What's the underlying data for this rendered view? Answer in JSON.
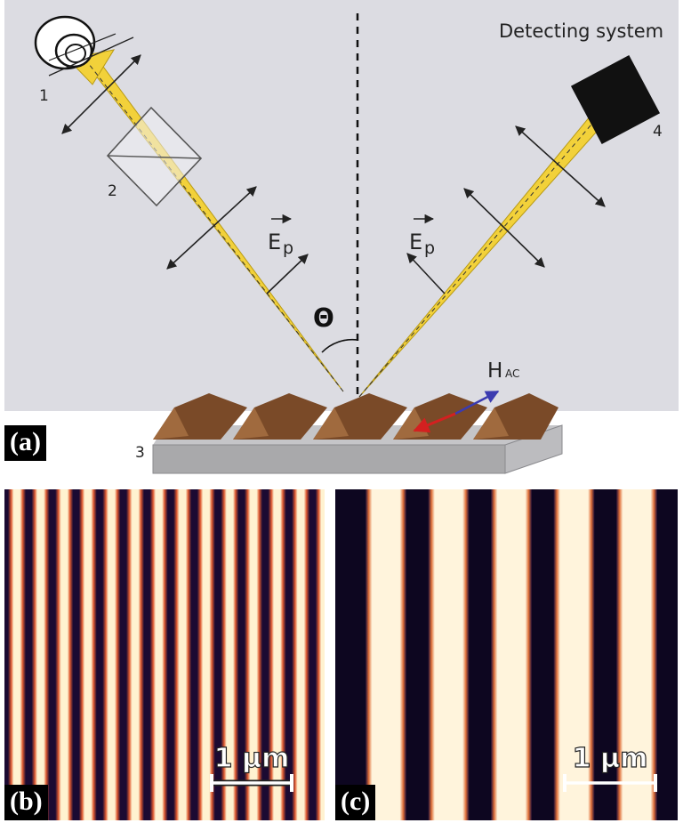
{
  "panel_a": {
    "tag": "(a)",
    "title": "Detecting system",
    "labels": {
      "source": "1",
      "polarizer": "2",
      "sample": "3",
      "detector": "4"
    },
    "field_incident": "E",
    "field_incident_sub": "p",
    "field_reflected": "E",
    "field_reflected_sub": "p",
    "angle": "Θ",
    "field_ac": "H",
    "field_ac_sub": "AC",
    "colors": {
      "beam": "#f2d13a",
      "grating_top": "#7a4a28",
      "grating_base": "#a9a9ab",
      "background": "#dcdce2",
      "ac_field_blue": "#3b3bb0",
      "ac_field_red": "#d42020"
    }
  },
  "panel_b": {
    "tag": "(b)",
    "scalebar": "1 µm"
  },
  "panel_c": {
    "tag": "(c)",
    "scalebar": "1 µm"
  }
}
